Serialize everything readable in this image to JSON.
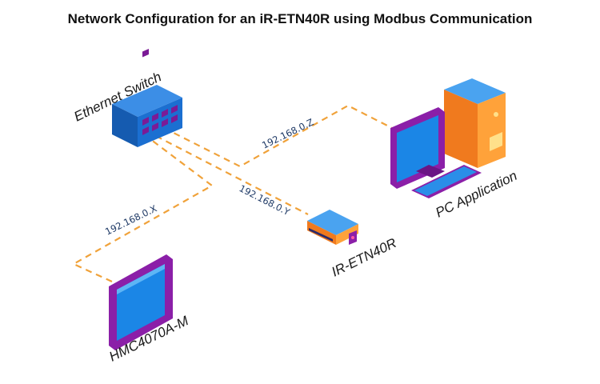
{
  "title": "Network Configuration for an iR-ETN40R using Modbus Communication",
  "devices": {
    "switch": "Ethernet Switch",
    "pc": "PC Application",
    "module": "IR-ETN40R",
    "hmi": "HMC4070A-M"
  },
  "addresses": {
    "pc": "192.168.0.Z",
    "module": "192.168.0.Y",
    "hmi": "192.168.0.X"
  },
  "colors": {
    "connection": "#f0a23a",
    "device_blue": "#1b6fd1",
    "device_purple": "#8b1fa8",
    "device_orange": "#f07a1e",
    "ip_text": "#1f3a66"
  }
}
